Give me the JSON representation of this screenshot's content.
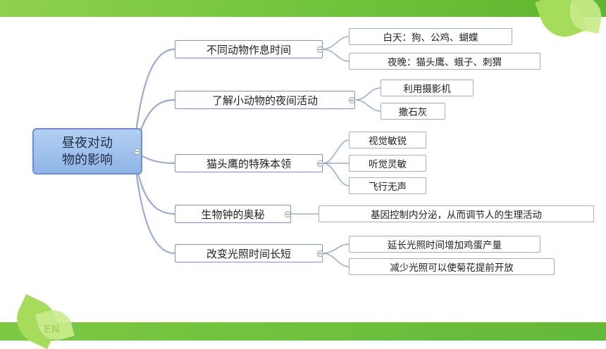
{
  "root": {
    "line1": "昼夜对动",
    "line2": "物的影响"
  },
  "branches": [
    {
      "label": "不同动物作息时间",
      "children": [
        "白天：狗、公鸡、蝴蝶",
        "夜晚：猫头鹰、蛾子、刺猬"
      ]
    },
    {
      "label": "了解小动物的夜间活动",
      "children": [
        "利用摄影机",
        "撒石灰"
      ]
    },
    {
      "label": "猫头鹰的特殊本领",
      "children": [
        "视觉敏锐",
        "听觉灵敏",
        "飞行无声"
      ]
    },
    {
      "label": "生物钟的奥秘",
      "children": [
        "基因控制内分泌，从而调节人的生理活动"
      ]
    },
    {
      "label": "改变光照时间长短",
      "children": [
        "延长光照时间增加鸡蛋产量",
        "减少光照可以使菊花提前开放"
      ]
    }
  ],
  "footer_mark": "EN",
  "colors": {
    "green": "#6cc23a",
    "connector": "#9aaad0",
    "root_fill": "#a3c4ee"
  }
}
